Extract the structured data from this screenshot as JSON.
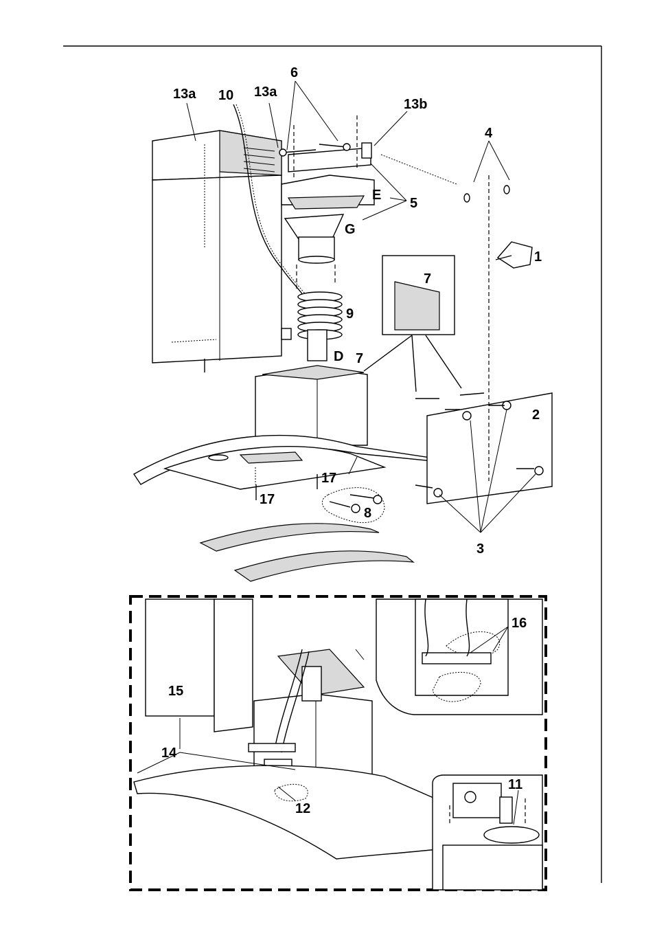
{
  "labels": {
    "part_13a_left": "13a",
    "part_10": "10",
    "part_13a_right": "13a",
    "part_6": "6",
    "part_13b": "13b",
    "part_4": "4",
    "part_E": "E",
    "part_5": "5",
    "part_G": "G",
    "part_1": "1",
    "part_7_detail": "7",
    "part_9": "9",
    "part_D": "D",
    "part_7": "7",
    "part_2": "2",
    "part_17_right": "17",
    "part_17_left": "17",
    "part_8": "8",
    "part_3": "3",
    "part_16": "16",
    "part_15": "15",
    "part_14": "14",
    "part_11": "11",
    "part_12": "12"
  }
}
